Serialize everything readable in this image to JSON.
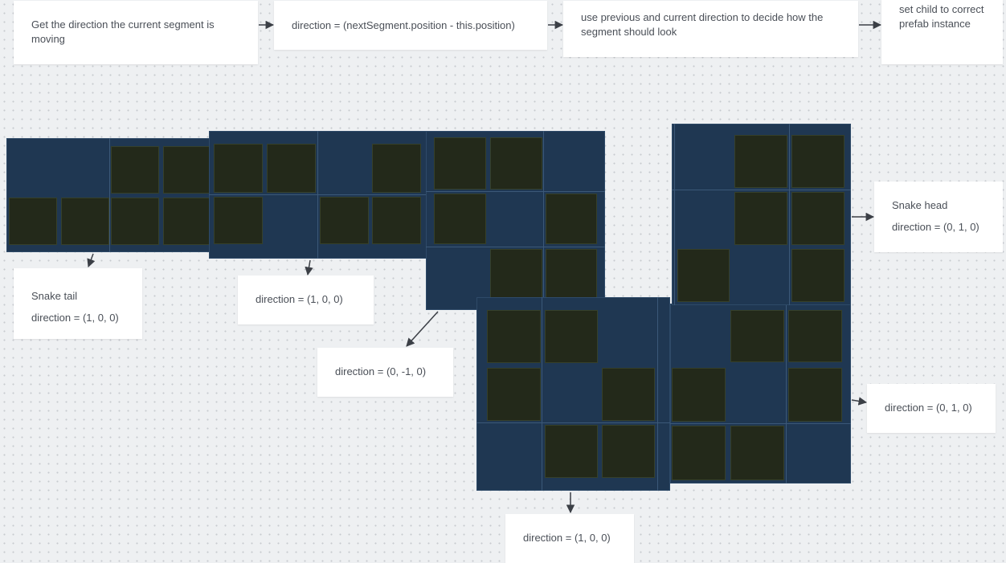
{
  "flow": {
    "step1": "Get the direction the current segment is moving",
    "step2": "direction = (nextSegment.position - this.position)",
    "step3": "use previous and current direction to decide how the segment should look",
    "step4": "set child to correct prefab instance"
  },
  "labels": {
    "tail_title": "Snake tail",
    "tail_direction": "direction = (1, 0, 0)",
    "seg2_direction": "direction = (1, 0, 0)",
    "seg3_direction": "direction = (0, -1, 0)",
    "seg4_direction": "direction = (1, 0, 0)",
    "seg5_direction": "direction = (0, 1, 0)",
    "head_title": "Snake head",
    "head_direction": "direction = (0, 1, 0)"
  },
  "colors": {
    "tile_background": "#1f3752",
    "cell_fill": "#23291a",
    "note_background": "#ffffff",
    "canvas_background": "#eef0f2",
    "arrow": "#3b3f46"
  }
}
